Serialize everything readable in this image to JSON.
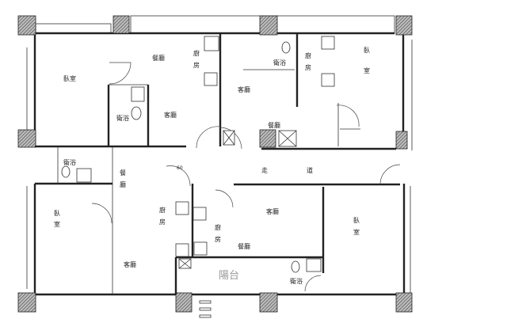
{
  "plan": {
    "rooms": {
      "bedroom": "臥室",
      "dining": "餐廳",
      "kitchen": "廚房",
      "living": "客廳",
      "bath": "衛浴",
      "corridor": "走道",
      "balcony": "陽台"
    },
    "chars": {
      "wo": "臥",
      "shi": "室",
      "can": "餐",
      "ting": "廳",
      "chu": "廚",
      "fang": "房",
      "ke": "客",
      "zou": "走",
      "dao": "道"
    },
    "dimension": "60"
  }
}
